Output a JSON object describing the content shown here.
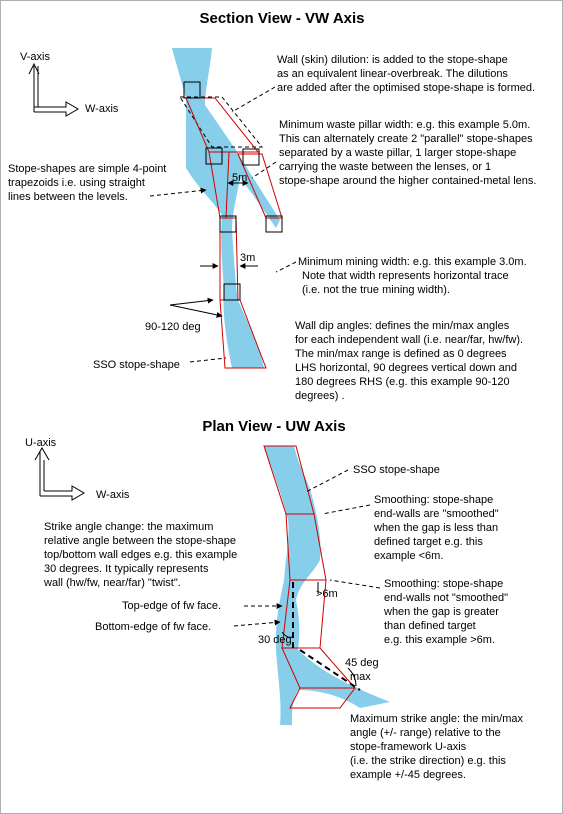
{
  "section": {
    "title": "Section View - VW Axis",
    "axis_v": "V-axis",
    "axis_w": "W-axis",
    "wall_dilution": [
      "Wall (skin) dilution: is added to the stope-shape",
      "as an equivalent linear-overbreak. The dilutions",
      "are added after the optimised stope-shape is formed."
    ],
    "pillar_width": [
      "Minimum waste pillar width: e.g. this example 5.0m.",
      "This can alternately create 2 \"parallel\" stope-shapes",
      "separated by a waste pillar, 1 larger stope-shape",
      "carrying the waste between the lenses, or 1",
      "stope-shape around the higher contained-metal lens."
    ],
    "trapezoids": [
      "Stope-shapes are simple 4-point",
      "trapezoids i.e. using straight",
      "lines between the levels."
    ],
    "dim_5m": "5m",
    "dim_3m": "3m",
    "mining_width": [
      "Minimum mining width: e.g. this example 3.0m.",
      "Note that width represents horizontal trace",
      "(i.e. not the true mining width)."
    ],
    "dip_range_label": "90-120 deg",
    "dip_angles": [
      "Wall dip angles: defines the min/max angles",
      "for each independent wall (i.e. near/far, hw/fw).",
      "The min/max range is defined as 0 degrees",
      "LHS horizontal, 90 degrees vertical down and",
      "180 degrees RHS (e.g. this example 90-120",
      "degrees) ."
    ],
    "sso_label": "SSO stope-shape"
  },
  "plan": {
    "title": "Plan View - UW Axis",
    "axis_u": "U-axis",
    "axis_w": "W-axis",
    "sso_label": "SSO stope-shape",
    "smoothed": [
      "Smoothing: stope-shape",
      "end-walls are \"smoothed\"",
      "when the gap is less than",
      "defined target e.g. this",
      "example <6m."
    ],
    "strike_change": [
      "Strike angle change: the maximum",
      "relative angle between the stope-shape",
      "top/bottom wall edges e.g. this example",
      "30 degrees. It typically represents",
      "wall (hw/fw, near/far) \"twist\"."
    ],
    "not_smoothed": [
      "Smoothing: stope-shape",
      "end-walls not \"smoothed\"",
      "when the gap is greater",
      "than defined target",
      "e.g. this example >6m."
    ],
    "gap_label": ">6m",
    "top_edge": "Top-edge of fw face.",
    "bottom_edge": "Bottom-edge of fw face.",
    "deg30": "30 deg",
    "deg45": [
      "45 deg",
      "max"
    ],
    "max_strike": [
      "Maximum strike angle: the min/max",
      "angle (+/- range)  relative to the",
      "stope-framework U-axis",
      "(i.e. the strike direction) e.g. this",
      "example +/-45 degrees."
    ]
  }
}
